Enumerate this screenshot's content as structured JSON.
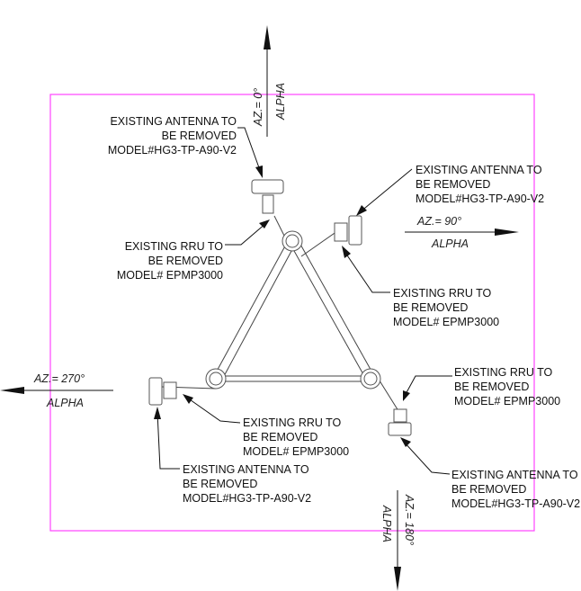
{
  "colors": {
    "boundary": "#ff44ff",
    "line": "#111111"
  },
  "azimuths": [
    {
      "id": "north",
      "az_label": "AZ.= 0°",
      "sector": "ALPHA"
    },
    {
      "id": "east",
      "az_label": "AZ.= 90°",
      "sector": "ALPHA"
    },
    {
      "id": "south",
      "az_label": "AZ.= 180°",
      "sector": "ALPHA"
    },
    {
      "id": "west",
      "az_label": "AZ.= 270°",
      "sector": "ALPHA"
    }
  ],
  "callouts": [
    {
      "lines": [
        "EXISTING ANTENNA TO",
        "BE REMOVED",
        "MODEL#HG3-TP-A90-V2"
      ]
    },
    {
      "lines": [
        "EXISTING ANTENNA TO",
        "BE REMOVED",
        "MODEL#HG3-TP-A90-V2"
      ]
    },
    {
      "lines": [
        "EXISTING RRU TO",
        "BE REMOVED",
        "MODEL# EPMP3000"
      ]
    },
    {
      "lines": [
        "EXISTING RRU TO",
        "BE REMOVED",
        "MODEL# EPMP3000"
      ]
    },
    {
      "lines": [
        "EXISTING RRU TO",
        "BE REMOVED",
        "MODEL# EPMP3000"
      ]
    },
    {
      "lines": [
        "EXISTING RRU TO",
        "BE REMOVED",
        "MODEL# EPMP3000"
      ]
    },
    {
      "lines": [
        "EXISTING ANTENNA TO",
        "BE REMOVED",
        "MODEL#HG3-TP-A90-V2"
      ]
    },
    {
      "lines": [
        "EXISTING ANTENNA TO",
        "BE REMOVED",
        "MODEL#HG3-TP-A90-V2"
      ]
    }
  ]
}
